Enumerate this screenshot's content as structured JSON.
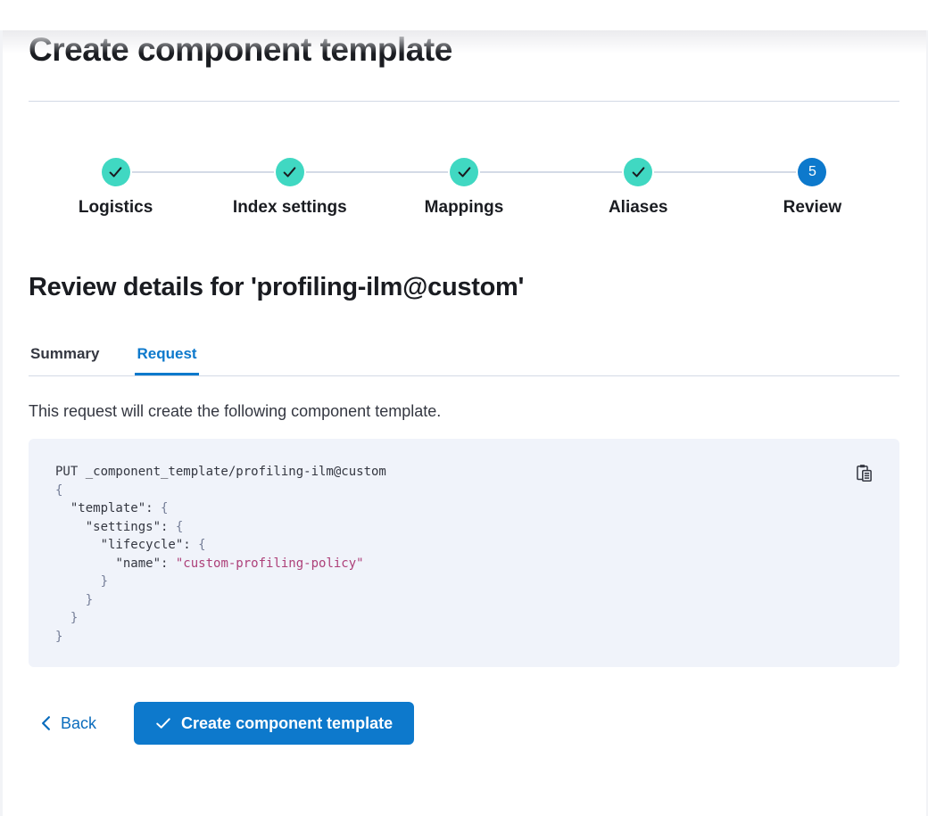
{
  "page": {
    "title": "Create component template"
  },
  "stepper": {
    "steps": [
      {
        "label": "Logistics",
        "status": "complete"
      },
      {
        "label": "Index settings",
        "status": "complete"
      },
      {
        "label": "Mappings",
        "status": "complete"
      },
      {
        "label": "Aliases",
        "status": "complete"
      },
      {
        "label": "Review",
        "status": "current",
        "number": "5"
      }
    ]
  },
  "review": {
    "heading": "Review details for 'profiling-ilm@custom'",
    "tabs": [
      {
        "label": "Summary",
        "active": false
      },
      {
        "label": "Request",
        "active": true
      }
    ],
    "description": "This request will create the following component template.",
    "request": {
      "lines": [
        [
          {
            "c": "plain",
            "t": "PUT _component_template/profiling-ilm@custom"
          }
        ],
        [
          {
            "c": "punct",
            "t": "{"
          }
        ],
        [
          {
            "c": "plain",
            "t": "  "
          },
          {
            "c": "key",
            "t": "\"template\""
          },
          {
            "c": "plain",
            "t": ": "
          },
          {
            "c": "punct",
            "t": "{"
          }
        ],
        [
          {
            "c": "plain",
            "t": "    "
          },
          {
            "c": "key",
            "t": "\"settings\""
          },
          {
            "c": "plain",
            "t": ": "
          },
          {
            "c": "punct",
            "t": "{"
          }
        ],
        [
          {
            "c": "plain",
            "t": "      "
          },
          {
            "c": "key",
            "t": "\"lifecycle\""
          },
          {
            "c": "plain",
            "t": ": "
          },
          {
            "c": "punct",
            "t": "{"
          }
        ],
        [
          {
            "c": "plain",
            "t": "        "
          },
          {
            "c": "key",
            "t": "\"name\""
          },
          {
            "c": "plain",
            "t": ": "
          },
          {
            "c": "string",
            "t": "\"custom-profiling-policy\""
          }
        ],
        [
          {
            "c": "punct",
            "t": "      }"
          }
        ],
        [
          {
            "c": "punct",
            "t": "    }"
          }
        ],
        [
          {
            "c": "punct",
            "t": "  }"
          }
        ],
        [
          {
            "c": "punct",
            "t": "}"
          }
        ]
      ]
    }
  },
  "footer": {
    "back_label": "Back",
    "submit_label": "Create component template"
  },
  "colors": {
    "step_complete": "#40d8c2",
    "step_current": "#0d79cc",
    "primary": "#0d79cc",
    "link": "#0a6cbd",
    "code_background": "#f0f3fa",
    "code_string": "#ad4079",
    "divider": "#d3dae6"
  }
}
